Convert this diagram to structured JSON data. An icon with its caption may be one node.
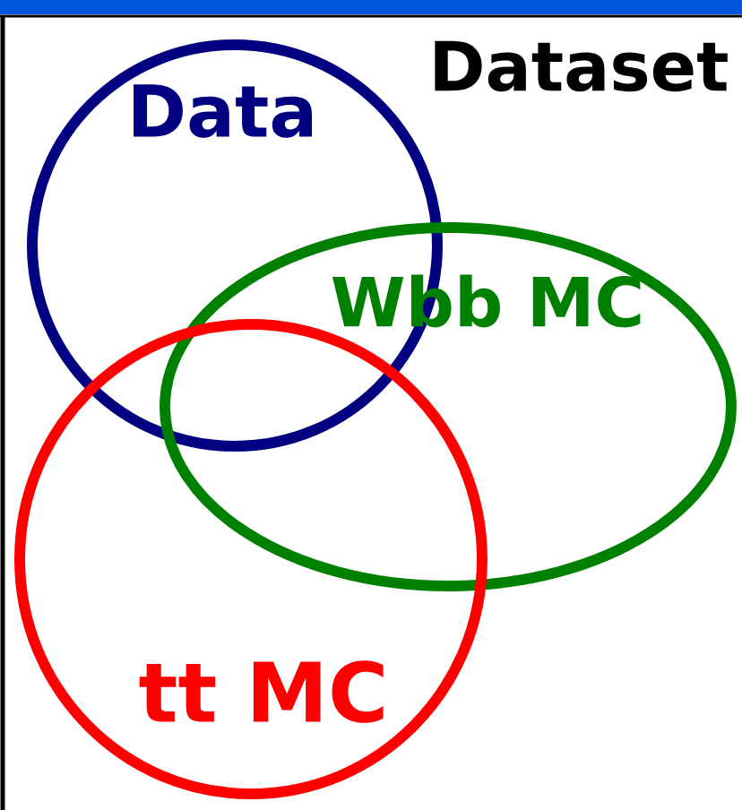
{
  "diagram": {
    "title": "Dataset",
    "nodes": [
      {
        "text": [
          "Data"
        ]
      },
      {
        "text": [
          "Wbb MC"
        ]
      },
      {
        "text": [
          "tt MC"
        ]
      }
    ]
  }
}
